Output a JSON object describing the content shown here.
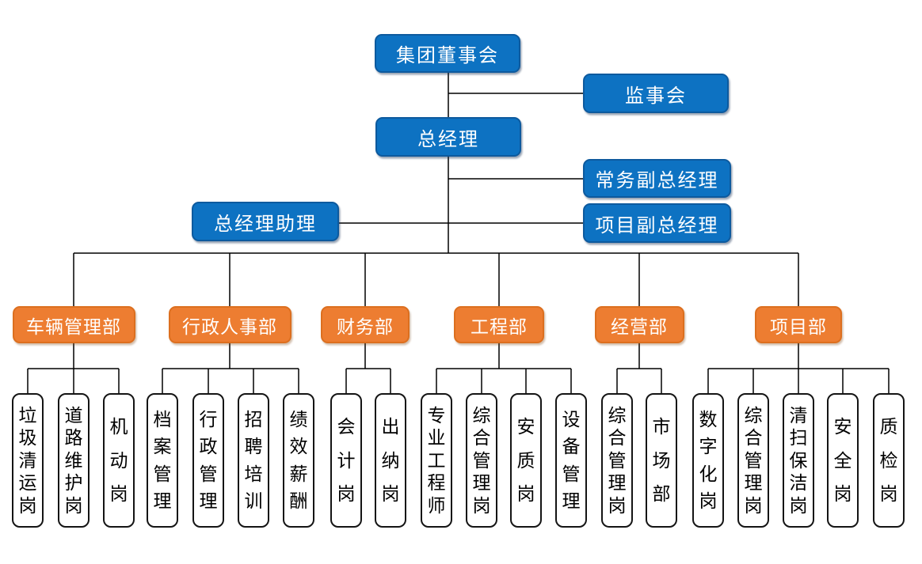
{
  "page": {
    "background_color": "#ffffff"
  },
  "colors": {
    "executive_fill": "#0d72c2",
    "executive_border": "#0d5a9e",
    "department_fill": "#ed7d31",
    "department_border": "#dc6f1f",
    "position_fill": "#ffffff",
    "position_border": "#141414",
    "connector": "#000000",
    "text_on_fill": "#ffffff",
    "position_text": "#000000"
  },
  "org_chart": {
    "executives": [
      {
        "id": "board",
        "label": "集团董事会"
      },
      {
        "id": "supervisory-board",
        "label": "监事会"
      },
      {
        "id": "general-manager",
        "label": "总经理"
      },
      {
        "id": "executive-deputy-gm",
        "label": "常务副总经理"
      },
      {
        "id": "gm-assistant",
        "label": "总经理助理"
      },
      {
        "id": "project-deputy-gm",
        "label": "项目副总经理"
      }
    ],
    "departments": [
      {
        "label": "车辆管理部",
        "positions": [
          "垃圾清运岗",
          "道路维护岗",
          "机动岗"
        ]
      },
      {
        "label": "行政人事部",
        "positions": [
          "档案管理",
          "行政管理",
          "招聘培训",
          "绩效薪酬"
        ]
      },
      {
        "label": "财务部",
        "positions": [
          "会计岗",
          "出纳岗"
        ]
      },
      {
        "label": "工程部",
        "positions": [
          "专业工程师",
          "综合管理岗",
          "安质岗",
          "设备管理"
        ]
      },
      {
        "label": "经营部",
        "positions": [
          "综合管理岗",
          "市场部"
        ]
      },
      {
        "label": "项目部",
        "positions": [
          "数字化岗",
          "综合管理岗",
          "清扫保洁岗",
          "安全岗",
          "质检岗"
        ]
      }
    ]
  }
}
